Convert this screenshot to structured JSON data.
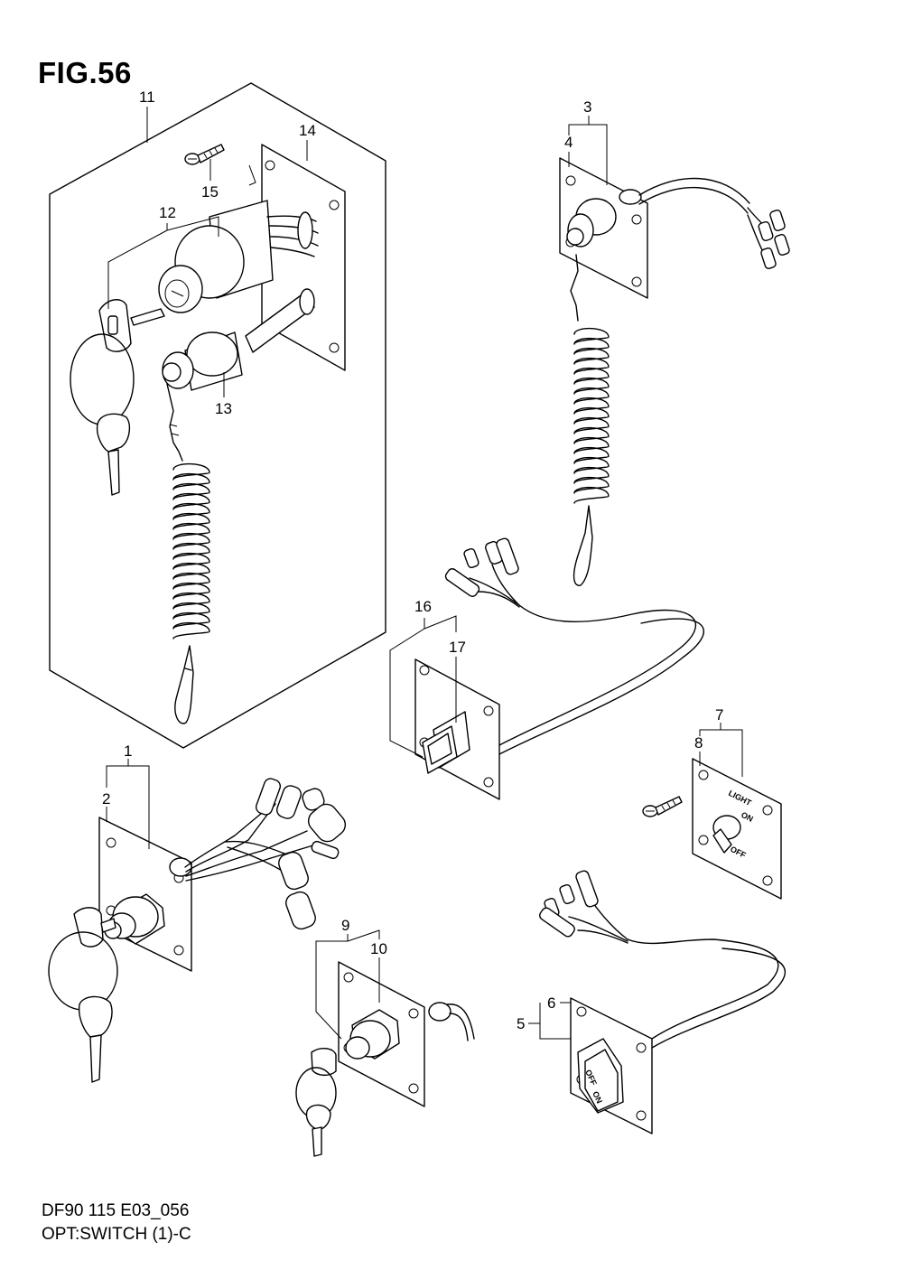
{
  "figure": {
    "title": "FIG.56"
  },
  "footer": {
    "code": "DF90 115 E03_056",
    "caption": "OPT:SWITCH (1)-C"
  },
  "callouts": {
    "c1": "1",
    "c2": "2",
    "c3": "3",
    "c4": "4",
    "c5": "5",
    "c6": "6",
    "c7": "7",
    "c8": "8",
    "c9": "9",
    "c10": "10",
    "c11": "11",
    "c12": "12",
    "c13": "13",
    "c14": "14",
    "c15": "15",
    "c16": "16",
    "c17": "17"
  },
  "plate_labels": {
    "light": "LIGHT",
    "on": "ON",
    "off": "OFF"
  }
}
